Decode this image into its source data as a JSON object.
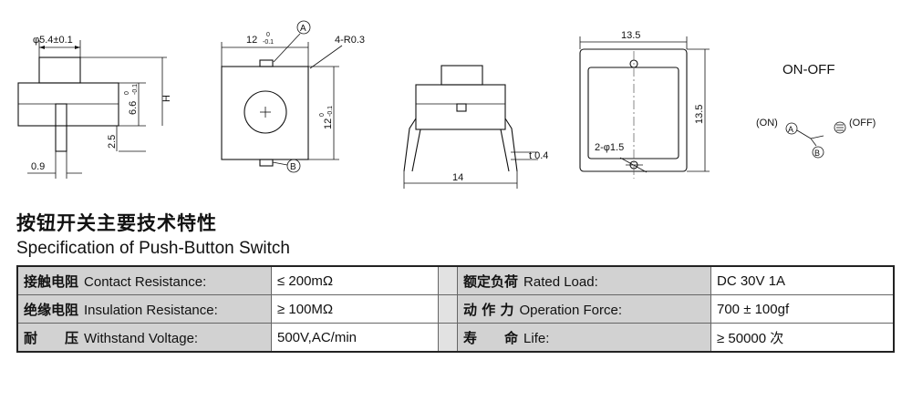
{
  "drawings": {
    "side": {
      "dia": "φ5.4±0.1",
      "h": "H",
      "h6": "6.6",
      "h6_tol": "0",
      "h6_tol2": "-0.1",
      "h25": "2.5",
      "w09": "0.9"
    },
    "top": {
      "w12": "12",
      "w12_tol": "0",
      "w12_tol2": "-0.1",
      "h12": "12",
      "h12_tol": "0",
      "h12_tol2": "-0.1",
      "radius": "4-R0.3",
      "pinA": "A",
      "pinB": "B"
    },
    "front": {
      "thick": "t 0.4",
      "w14": "14"
    },
    "base": {
      "w": "13.5",
      "h": "13.5",
      "holes": "2-φ1.5"
    },
    "schematic": {
      "title": "ON-OFF",
      "on": "(ON)",
      "off": "(OFF)",
      "a": "A",
      "b": "B"
    }
  },
  "spec": {
    "title_cn": "按钮开关主要技术特性",
    "title_en": "Specification of Push-Button Switch",
    "rows": [
      {
        "l_cn": "接触电阻",
        "l_en": "Contact Resistance:",
        "l_val": "≤ 200mΩ",
        "r_cn": "额定负荷",
        "r_en": "Rated Load:",
        "r_val": "DC 30V 1A"
      },
      {
        "l_cn": "绝缘电阻",
        "l_en": "Insulation Resistance:",
        "l_val": "≥ 100MΩ",
        "r_cn": "动 作 力",
        "r_en": "Operation Force:",
        "r_val": "700 ± 100gf"
      },
      {
        "l_cn": "耐　　压",
        "l_en": "Withstand Voltage:",
        "l_val": "500V,AC/min",
        "r_cn": "寿　　命",
        "r_en": "Life:",
        "r_val": "≥ 50000 次"
      }
    ]
  }
}
